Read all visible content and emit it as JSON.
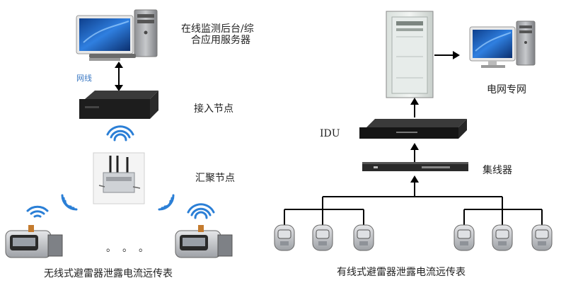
{
  "left_panel": {
    "server_label_line1": "在线监测后台/综",
    "server_label_line2": "合应用服务器",
    "cable_label": "网线",
    "access_node_label": "接入节点",
    "aggregation_node_label": "汇聚节点",
    "ellipsis": "。。。",
    "caption": "无线式避雷器泄露电流远传表"
  },
  "right_panel": {
    "grid_network_label": "电网专网",
    "idu_label": "IDU",
    "hub_label": "集线器",
    "caption": "有线式避雷器泄露电流远传表"
  },
  "icons": {
    "computer": "desktop-computer-icon",
    "server_box": "rack-device-icon",
    "wifi": "wifi-signal-icon",
    "meter": "leakage-current-meter-icon",
    "cabinet": "server-cabinet-icon"
  },
  "colors": {
    "wifi": "#2b7fd6",
    "screen_blue": "#1e5fb3",
    "device_dark": "#1d1d1d",
    "line": "#111111"
  }
}
